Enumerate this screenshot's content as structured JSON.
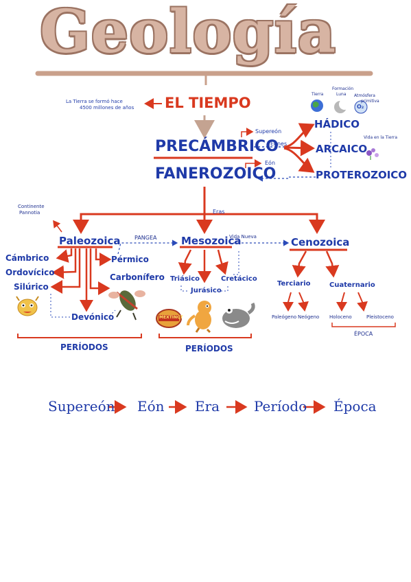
{
  "title": "Geología",
  "tiempo": "EL TIEMPO",
  "tierra_note_line1": "La Tierra se formó hace",
  "tierra_note_line2": "4500 millones de años",
  "super_eones": {
    "precambrico": "PRECÁMBRICO",
    "fanerozoico": "FANEROZOICO"
  },
  "labels": {
    "supereon": "Supereón",
    "eones": "Eones",
    "eon": "Eón",
    "eras": "Eras",
    "pangea": "PANGEA",
    "vida_nueva": "Vida Nueva",
    "continente_line1": "Continente",
    "continente_line2": "Pannotia",
    "tierra_icon": "Tierra",
    "formacion_luna_line1": "Formación",
    "formacion_luna_line2": "Luna",
    "atmosfera_line1": "Atmósfera",
    "atmosfera_line2": "primitiva",
    "vida_tierra": "Vida en la Tierra",
    "o2": "O₂"
  },
  "eones": {
    "hadico": "HÁDICO",
    "arcaico": "ARCAICO",
    "proterozoico": "PROTEROZOICO"
  },
  "eras": {
    "paleozoica": "Paleozoica",
    "mesozoica": "Mesozoica",
    "cenozoica": "Cenozoica"
  },
  "periodos_paleozoica": [
    "Cámbrico",
    "Ordovícico",
    "Silúrico",
    "Devónico",
    "Carbonífero",
    "Pérmico"
  ],
  "periodos_mesozoica": [
    "Triásico",
    "Jurásico",
    "Cretácico"
  ],
  "periodos_cenozoica": [
    "Terciario",
    "Cuaternario"
  ],
  "epocas": [
    "Paleógeno",
    "Neógeno",
    "Holoceno",
    "Pleistoceno"
  ],
  "periodos_label": "PERÍODOS",
  "epoca_label": "ÉPOCA",
  "mextinct_text": "MEXTINCT",
  "hierarchy": [
    "Supereón",
    "Eón",
    "Era",
    "Período",
    "Época"
  ],
  "colors": {
    "blue": "#1f3aa8",
    "red": "#d9391f",
    "title_fill": "#d7b4a3",
    "title_outline": "#9b7362",
    "rule": "#c9a08b"
  }
}
